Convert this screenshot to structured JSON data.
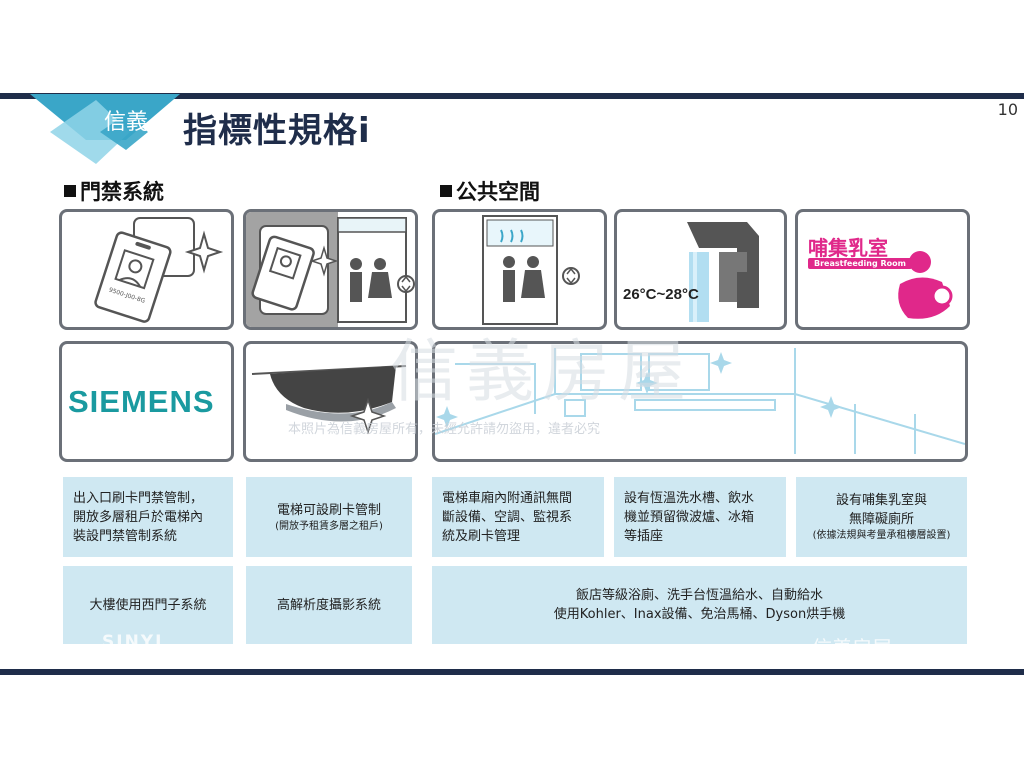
{
  "header": {
    "title": "指標性規格i",
    "brand": "信義",
    "page_number": "10"
  },
  "sections": {
    "access": "門禁系統",
    "public": "公共空間"
  },
  "tiles": {
    "temperature": "26°C~28°C",
    "siemens": "SIEMENS",
    "breastfeeding_cn": "哺集乳室",
    "breastfeeding_en": "Breastfeeding Room",
    "card_id": "9500-J00-8G"
  },
  "captions": {
    "c1": [
      "出入口刷卡門禁管制，",
      "開放多層租戶於電梯內",
      "裝設門禁管制系統"
    ],
    "c2_main": "電梯可設刷卡管制",
    "c2_sub": "(開放予租賃多層之租戶)",
    "c3": [
      "電梯車廂內附通訊無間",
      "斷設備、空調、監視系",
      "統及刷卡管理"
    ],
    "c4": [
      "設有恆溫洗水槽、飲水",
      "機並預留微波爐、冰箱",
      "等插座"
    ],
    "c5_main": [
      "設有哺集乳室與",
      "無障礙廁所"
    ],
    "c5_sub": "(依據法規與考量承租樓層設置)",
    "c6": "大樓使用西門子系統",
    "c7": "高解析度攝影系統",
    "c8": [
      "飯店等級浴廁、洗手台恆溫給水、自動給水",
      "使用Kohler、Inax設備、免治馬桶、Dyson烘手機"
    ]
  },
  "watermark": {
    "main": "信義房屋",
    "notice": "本照片為信義房屋所有，未經允許請勿盜用，違者必究",
    "bottom_cn": "信義房屋",
    "bottom_en": "SINYI"
  },
  "colors": {
    "navy": "#1f2d4a",
    "teal_light": "#8fd3e8",
    "teal_dark": "#3aa6c8",
    "caption_bg": "#cfe8f2",
    "siemens": "#1a9aa0",
    "pink": "#e0288a"
  }
}
